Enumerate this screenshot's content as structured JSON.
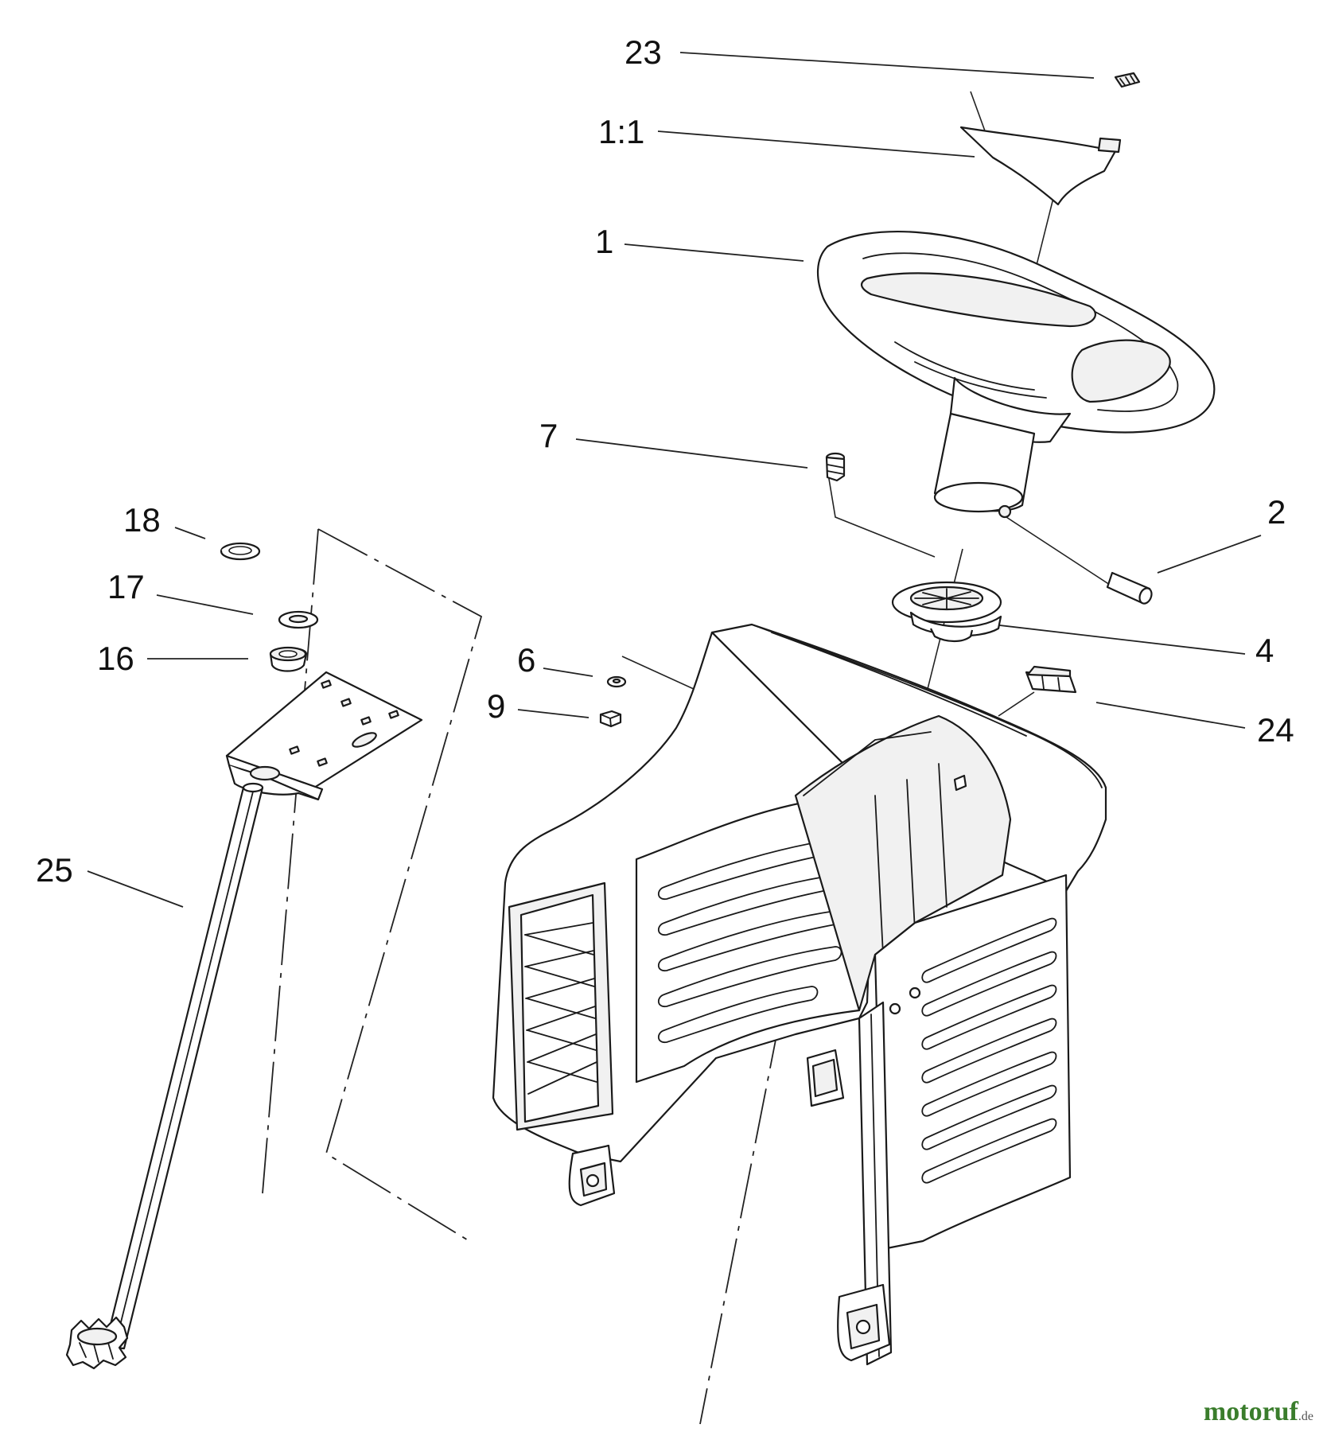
{
  "callouts": {
    "c23": "23",
    "c1_1": "1:1",
    "c1": "1",
    "c7": "7",
    "c2": "2",
    "c18": "18",
    "c17": "17",
    "c16": "16",
    "c6": "6",
    "c4": "4",
    "c9": "9",
    "c24": "24",
    "c25": "25"
  },
  "watermark": {
    "brand": "motoruf",
    "tld": ".de"
  }
}
